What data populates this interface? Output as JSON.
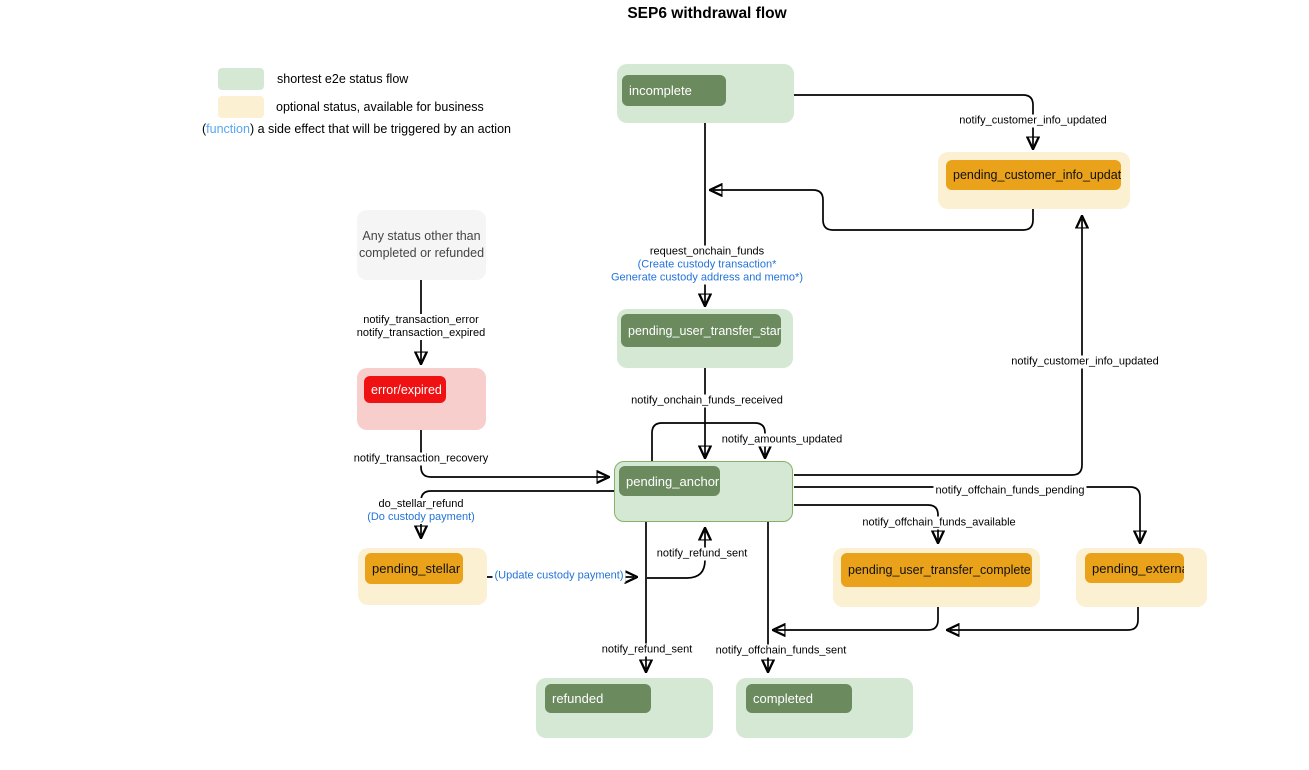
{
  "title": "SEP6 withdrawal flow",
  "legend": {
    "shortest": "shortest e2e status flow",
    "optional": "optional status, available for business",
    "function_open": "(",
    "function_word": "function",
    "function_rest": ") a side effect that will be triggered by an action"
  },
  "nodes": {
    "incomplete": "incomplete",
    "pending_customer_info_update": "pending_customer_info_update",
    "any_status_line1": "Any status other than",
    "any_status_line2": "completed or refunded",
    "pending_user_transfer_start": "pending_user_transfer_start",
    "error_expired": "error/expired",
    "pending_anchor": "pending_anchor",
    "pending_stellar": "pending_stellar",
    "pending_user_transfer_complete": "pending_user_transfer_complete",
    "pending_external": "pending_external",
    "refunded": "refunded",
    "completed": "completed"
  },
  "edge_labels": {
    "notify_customer_info_updated_top": "notify_customer_info_updated",
    "request_onchain_funds": "request_onchain_funds",
    "request_onchain_funds_fn1": "(Create custody transaction*",
    "request_onchain_funds_fn2": "Generate custody address and memo*)",
    "notify_onchain_funds_received": "notify_onchain_funds_received",
    "notify_amounts_updated": "notify_amounts_updated",
    "notify_transaction_error": "notify_transaction_error",
    "notify_transaction_expired": "notify_transaction_expired",
    "notify_transaction_recovery": "notify_transaction_recovery",
    "do_stellar_refund": "do_stellar_refund",
    "do_custody_payment_fn": "(Do custody payment)",
    "update_custody_payment_fn": "(Update custody payment)",
    "notify_refund_sent_mid": "notify_refund_sent",
    "notify_refund_sent_bottom": "notify_refund_sent",
    "notify_offchain_funds_sent": "notify_offchain_funds_sent",
    "notify_offchain_funds_pending": "notify_offchain_funds_pending",
    "notify_offchain_funds_available": "notify_offchain_funds_available",
    "notify_customer_info_updated_right": "notify_customer_info_updated"
  },
  "colors": {
    "flow_green_light": "#D5E8D4",
    "flow_green_dark": "#6B8A5E",
    "optional_yellow_light": "#FCF0D2",
    "optional_orange": "#E9A21A",
    "error_pink": "#F8CECC",
    "error_red": "#F01212",
    "neutral_gray": "#F5F5F5",
    "anchor_border_green": "#82B366",
    "function_blue": "#2374D9",
    "legend_function_blue": "#58A6F2",
    "edge_black": "#000000"
  }
}
